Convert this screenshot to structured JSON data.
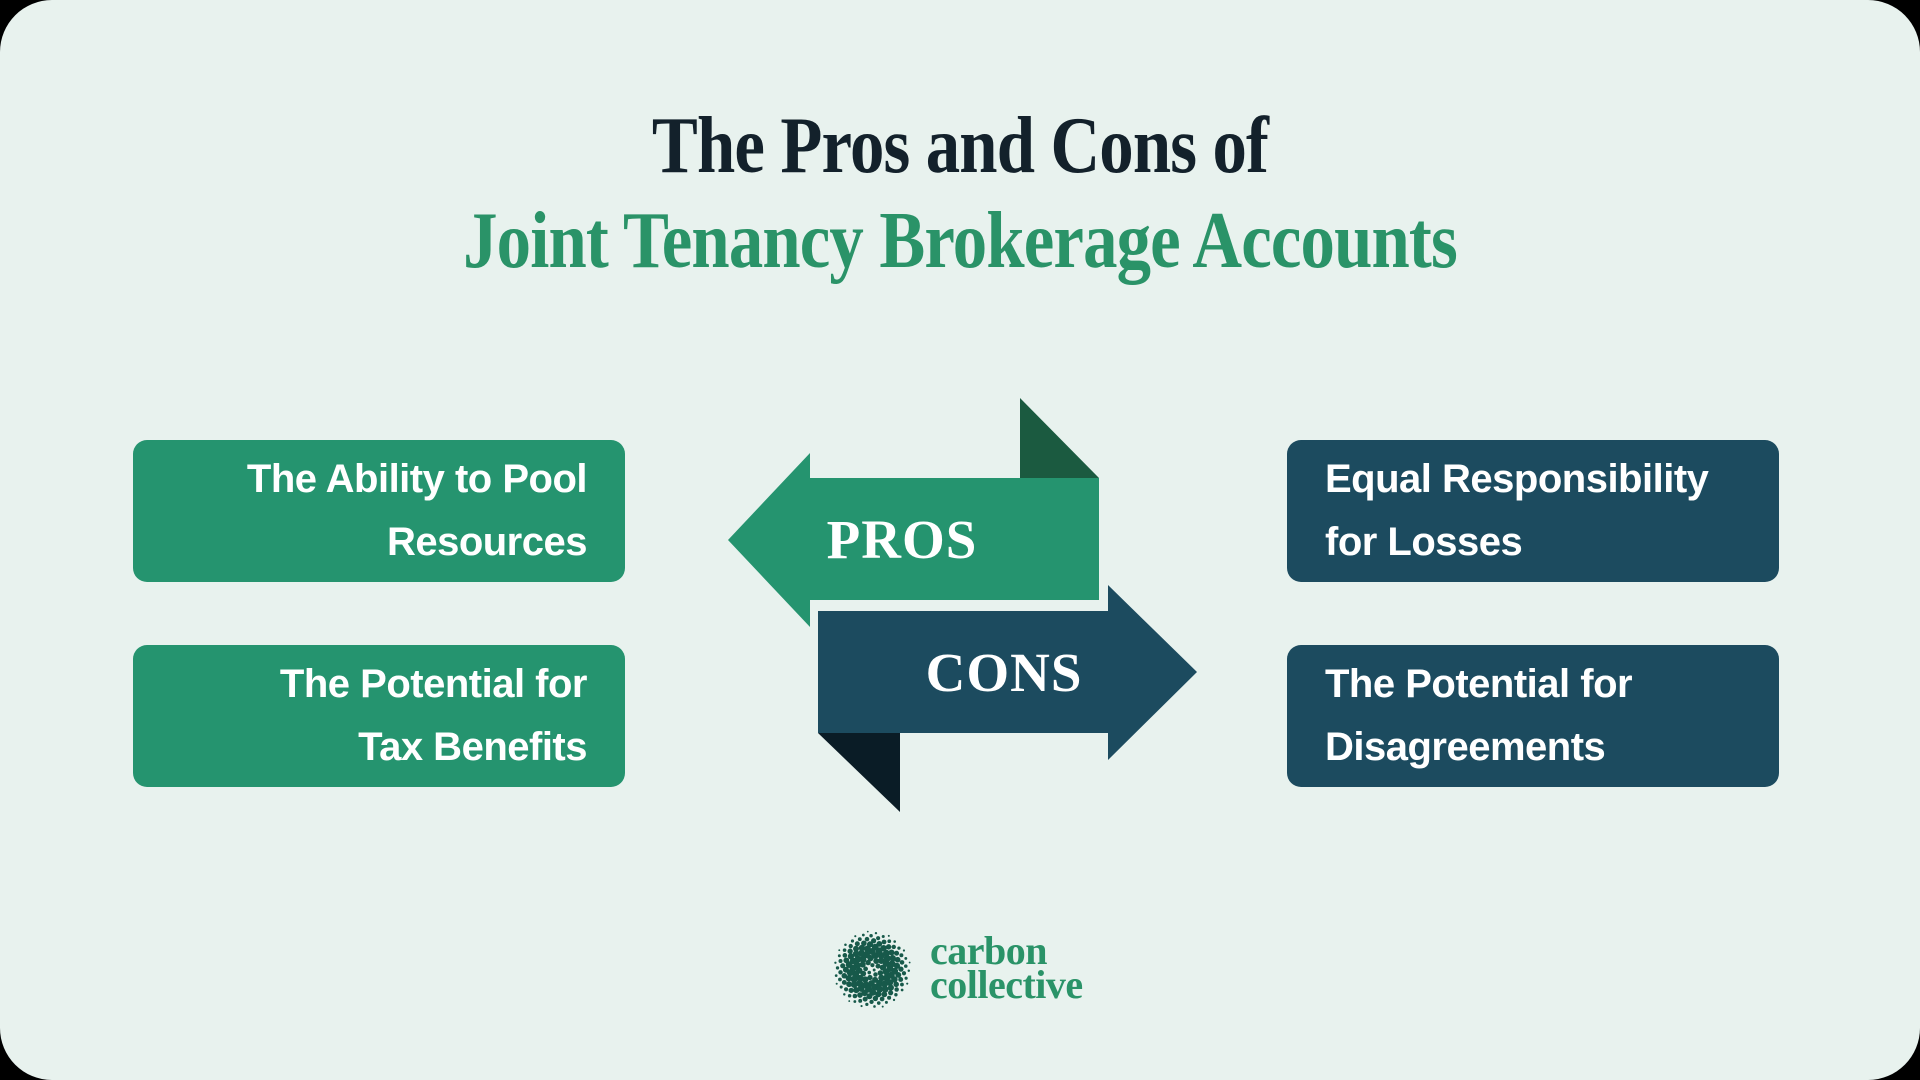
{
  "title": {
    "line1": "The Pros and Cons of",
    "line2": "Joint Tenancy Brokerage Accounts"
  },
  "pros": {
    "arrow_label": "PROS",
    "boxes": [
      {
        "lines": [
          "The Ability to Pool",
          "Resources"
        ]
      },
      {
        "lines": [
          "The Potential for",
          "Tax Benefits"
        ]
      }
    ]
  },
  "cons": {
    "arrow_label": "CONS",
    "boxes": [
      {
        "lines": [
          "Equal Responsibility",
          "for Losses"
        ]
      },
      {
        "lines": [
          "The Potential for",
          "Disagreements"
        ]
      }
    ]
  },
  "footer": {
    "brand_line1": "carbon",
    "brand_line2": "collective"
  },
  "colors": {
    "page_background": "#000000",
    "card_background": "#E8F2EE",
    "title_dark": "#13212B",
    "heading_green": "#2A9368",
    "accent_green": "#25946F",
    "accent_green_dark_fold": "#1B5A40",
    "accent_teal": "#1C4B5F",
    "accent_navy_dark_fold": "#0A1C26",
    "box_text": "#FFFFFF",
    "logo_dots": "#17594A"
  }
}
